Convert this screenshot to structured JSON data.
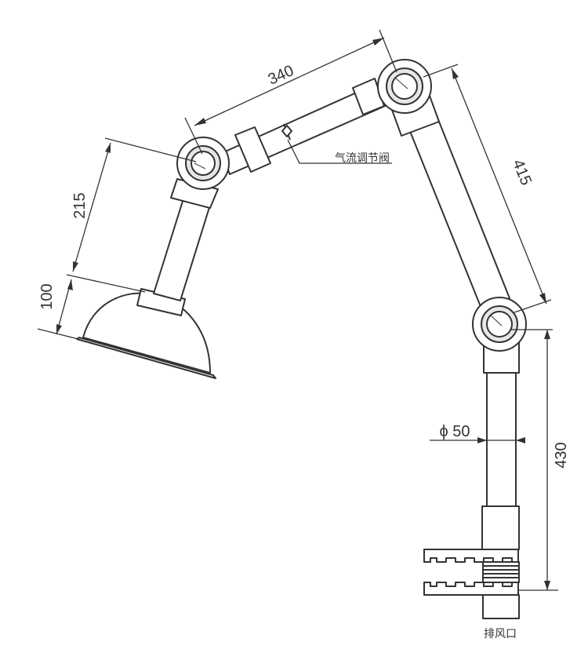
{
  "dimensions": {
    "arm_upper": "340",
    "arm_right": "415",
    "arm_left": "215",
    "hood_height": "100",
    "pipe_diameter": "ϕ 50",
    "base_height": "430"
  },
  "labels": {
    "airflow_valve": "气流调节阀",
    "exhaust_outlet": "排风口"
  },
  "colors": {
    "line": "#333333",
    "fill": "#ffffff",
    "joint_inner": "#e6e6e6"
  }
}
